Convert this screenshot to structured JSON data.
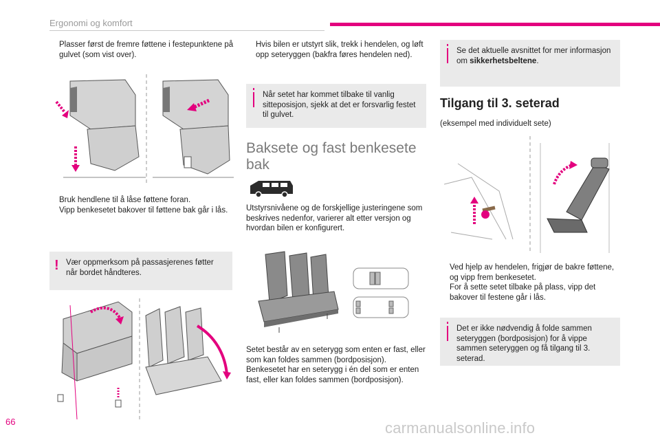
{
  "header": {
    "section_title": "Ergonomi og komfort"
  },
  "page_number": "66",
  "watermark": "carmanualsonline.info",
  "col1": {
    "bullet1": "Plasser først de fremre føttene i festepunktene på gulvet (som vist over).",
    "bullet2": "Bruk hendlene til å låse føttene foran.",
    "bullet3": "Vipp benkesetet bakover til føttene bak går i lås.",
    "warning": "Vær oppmerksom på passasjerenes føtter når bordet håndteres."
  },
  "col2": {
    "bullet1": "Hvis bilen er utstyrt slik, trekk i hendelen, og løft opp seteryggen (bakfra føres hendelen ned).",
    "info": "Når setet har kommet tilbake til vanlig sitteposisjon, sjekk at det er forsvarlig festet til gulvet.",
    "heading": "Baksete og fast benkesete bak",
    "para1": "Utstyrsnivåene og de forskjellige justeringene som beskrives nedenfor, varierer alt etter versjon og hvordan bilen er konfigurert.",
    "para2": "Setet består av en seterygg som enten er fast, eller som kan foldes sammen (bordposisjon). Benkesetet har en seterygg i én del som er enten fast, eller kan foldes sammen (bordposisjon)."
  },
  "col3": {
    "info1_prefix": "Se det aktuelle avsnittet for mer informasjon om ",
    "info1_bold": "sikkerhetsbeltene",
    "info1_suffix": ".",
    "heading": "Tilgang til 3. seterad",
    "subnote": "(eksempel med individuelt sete)",
    "bullet1": "Ved hjelp av hendelen, frigjør de bakre føttene, og vipp frem benkesetet.",
    "bullet2": "For å sette setet tilbake på plass, vipp det bakover til festene går i lås.",
    "info2": "Det er ikke nødvendig å folde sammen seteryggen (bordposisjon) for å vippe sammen seteryggen og få tilgang til 3. seterad."
  },
  "bullet_marker": "",
  "colors": {
    "accent": "#e3007e",
    "box_bg": "#eaeaea",
    "heading_grey": "#7a7a7a"
  }
}
